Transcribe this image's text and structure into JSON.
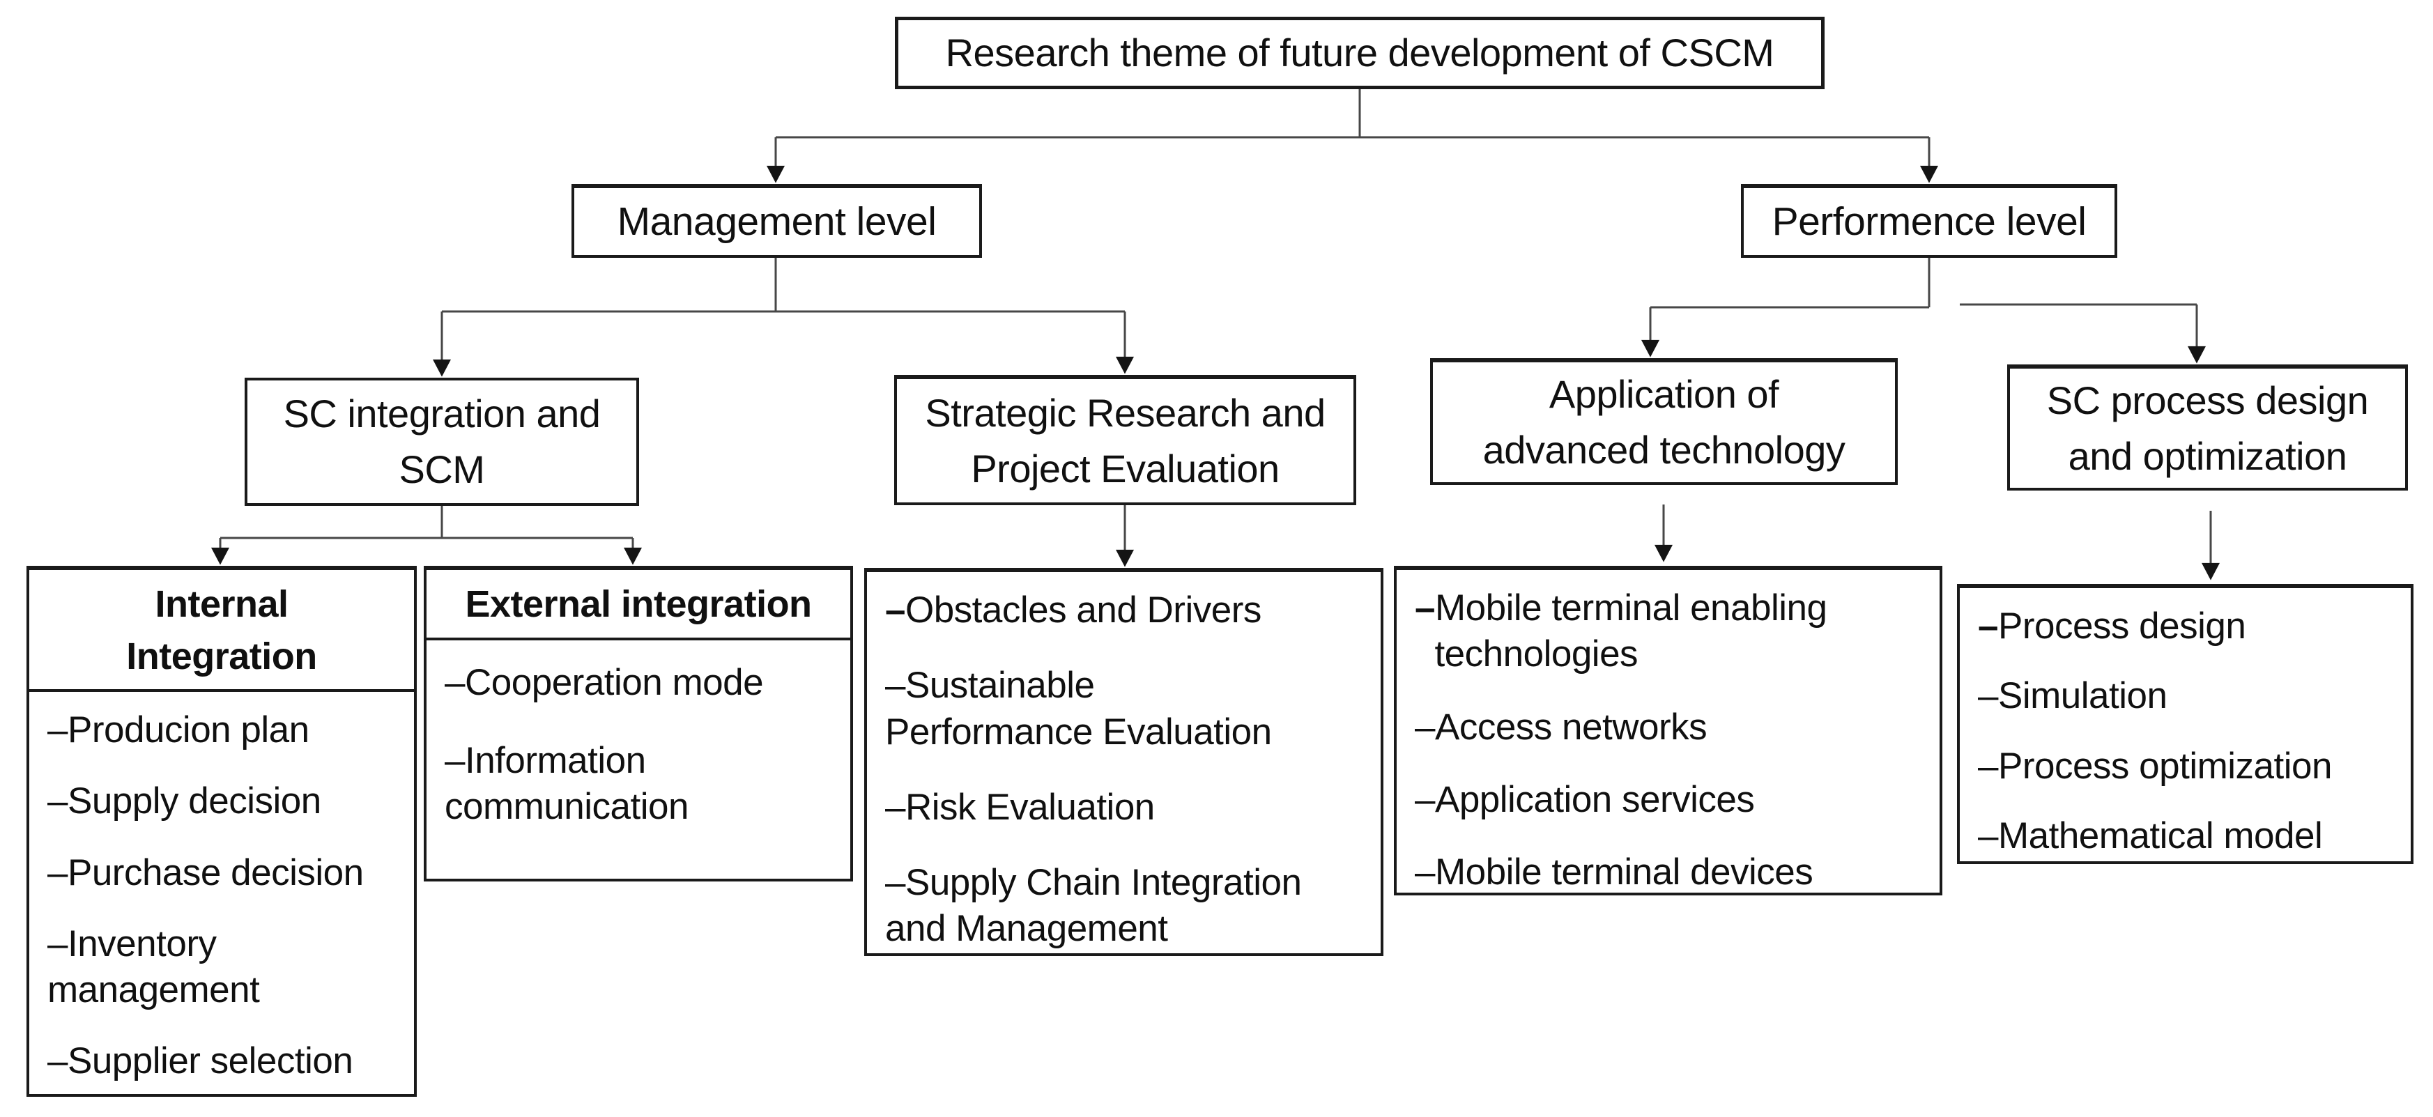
{
  "diagram": {
    "root": {
      "label": "Research theme of future development of CSCM"
    },
    "branches": [
      {
        "label": "Management level"
      },
      {
        "label": "Performence level"
      }
    ],
    "groups": [
      {
        "label": "SC integration and\nSCM"
      },
      {
        "label": "Strategic Research and\nProject Evaluation"
      },
      {
        "label": "Application of\nadvanced technology"
      },
      {
        "label": "SC process design\nand optimization"
      }
    ],
    "panels": [
      {
        "header": "Internal\nIntegration",
        "items": [
          {
            "dash": "–",
            "text": "Producion plan"
          },
          {
            "dash": "–",
            "text": "Supply decision"
          },
          {
            "dash": "–",
            "text": "Purchase decision"
          },
          {
            "dash": "–",
            "text": "Inventory\nmanagement"
          },
          {
            "dash": "–",
            "text": "Supplier selection"
          }
        ]
      },
      {
        "header": "External integration",
        "items": [
          {
            "dash": "–",
            "text": "Cooperation mode"
          },
          {
            "dash": "–",
            "text": "Information\ncommunication"
          }
        ]
      },
      {
        "items": [
          {
            "dash": "–",
            "bold_dash": true,
            "text": "Obstacles and Drivers"
          },
          {
            "dash": "–",
            "text": "Sustainable\nPerformance Evaluation"
          },
          {
            "dash": "–",
            "text": "Risk Evaluation"
          },
          {
            "dash": "–",
            "text": "Supply Chain Integration\nand Management"
          }
        ]
      },
      {
        "items": [
          {
            "dash": "–",
            "bold_dash": true,
            "text": "Mobile terminal enabling\n  technologies"
          },
          {
            "dash": "–",
            "text": "Access networks"
          },
          {
            "dash": "–",
            "text": "Application services"
          },
          {
            "dash": "–",
            "text": "Mobile terminal devices"
          }
        ]
      },
      {
        "items": [
          {
            "dash": "–",
            "bold_dash": true,
            "text": "Process design"
          },
          {
            "dash": "–",
            "text": "Simulation"
          },
          {
            "dash": "–",
            "text": "Process optimization"
          },
          {
            "dash": "–",
            "text": "Mathematical model"
          }
        ]
      }
    ]
  },
  "colors": {
    "background": "#ffffff",
    "border": "#1a1a1a",
    "text": "#101010",
    "connector": "#474747",
    "arrowhead": "#141414"
  }
}
